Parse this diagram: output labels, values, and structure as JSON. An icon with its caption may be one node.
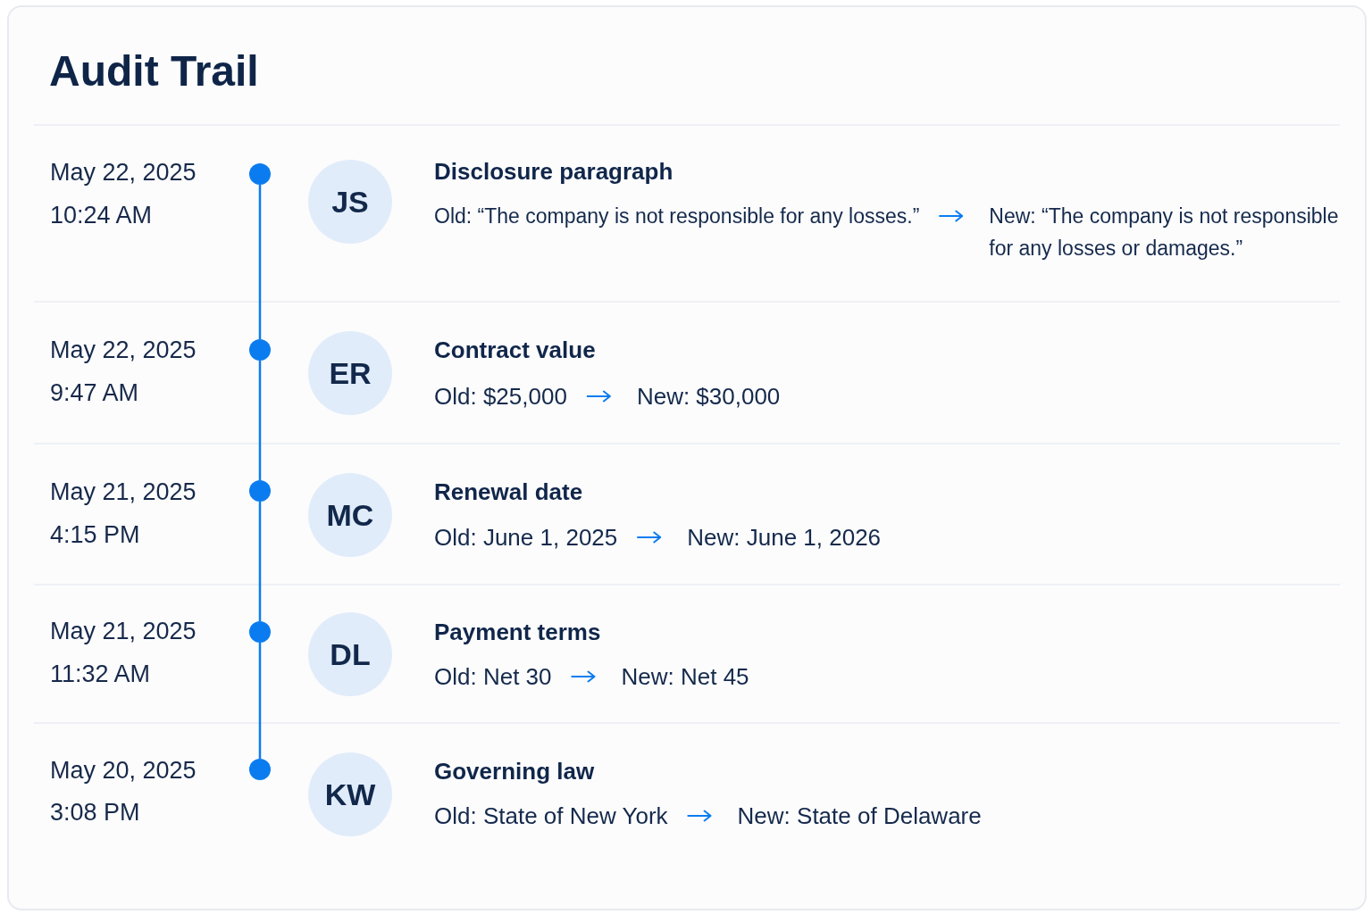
{
  "diagram": {
    "title": "Audit Trail",
    "nodes": [
      {
        "text": [],
        "shape": "circle",
        "beside": [
          "May 22, 2025",
          "10:24 AM"
        ]
      },
      {
        "text": [
          "JS"
        ]
      },
      {
        "text": [
          "Old: “The company is not responsible for any losses.”"
        ]
      },
      {
        "text": [
          "New: “The company is not responsible for any losses or damages.”"
        ]
      },
      {
        "text": [],
        "shape": "circle",
        "beside": [
          "May 22, 2025",
          "9:47 AM"
        ]
      },
      {
        "text": [
          "ER"
        ]
      },
      {
        "text": [
          "Old: $25,000"
        ]
      },
      {
        "text": [
          "New: $30,000"
        ]
      },
      {
        "text": [],
        "shape": "circle",
        "beside": [
          "May 21, 2025",
          "4:15 PM"
        ]
      },
      {
        "text": [
          "MC"
        ]
      },
      {
        "text": [
          "Old: June 1, 2025"
        ]
      },
      {
        "text": [
          "New: June 1, 2026"
        ]
      },
      {
        "text": [],
        "shape": "circle",
        "beside": [
          "May 21, 2025",
          "11:32 AM"
        ]
      },
      {
        "text": [
          "DL"
        ]
      },
      {
        "text": [
          "Old: Net 30"
        ]
      },
      {
        "text": [
          "New: Net 45"
        ]
      },
      {
        "text": [],
        "shape": "circle",
        "beside": [
          "May 20, 2025",
          "3:08 PM"
        ]
      },
      {
        "text": [
          "KW"
        ]
      },
      {
        "text": [
          "Old: State of New York"
        ]
      },
      {
        "text": [
          "New: State of Delaware"
        ]
      }
    ],
    "edges": [
      {
        "from": 2,
        "to": 3,
        "arrow": "to"
      },
      {
        "from": 6,
        "to": 7,
        "arrow": "to"
      },
      {
        "from": 10,
        "to": 11,
        "arrow": "to"
      },
      {
        "from": 14,
        "to": 15,
        "arrow": "to"
      },
      {
        "from": 18,
        "to": 19,
        "arrow": "to"
      },
      {
        "from": 0,
        "to": 4,
        "arrow": "none"
      },
      {
        "from": 4,
        "to": 8,
        "arrow": "none"
      },
      {
        "from": 8,
        "to": 12,
        "arrow": "none"
      },
      {
        "from": 12,
        "to": 16,
        "arrow": "none"
      }
    ],
    "labels": [
      "Disclosure paragraph",
      "Contract value",
      "Renewal date",
      "Payment terms",
      "Governing law"
    ]
  }
}
